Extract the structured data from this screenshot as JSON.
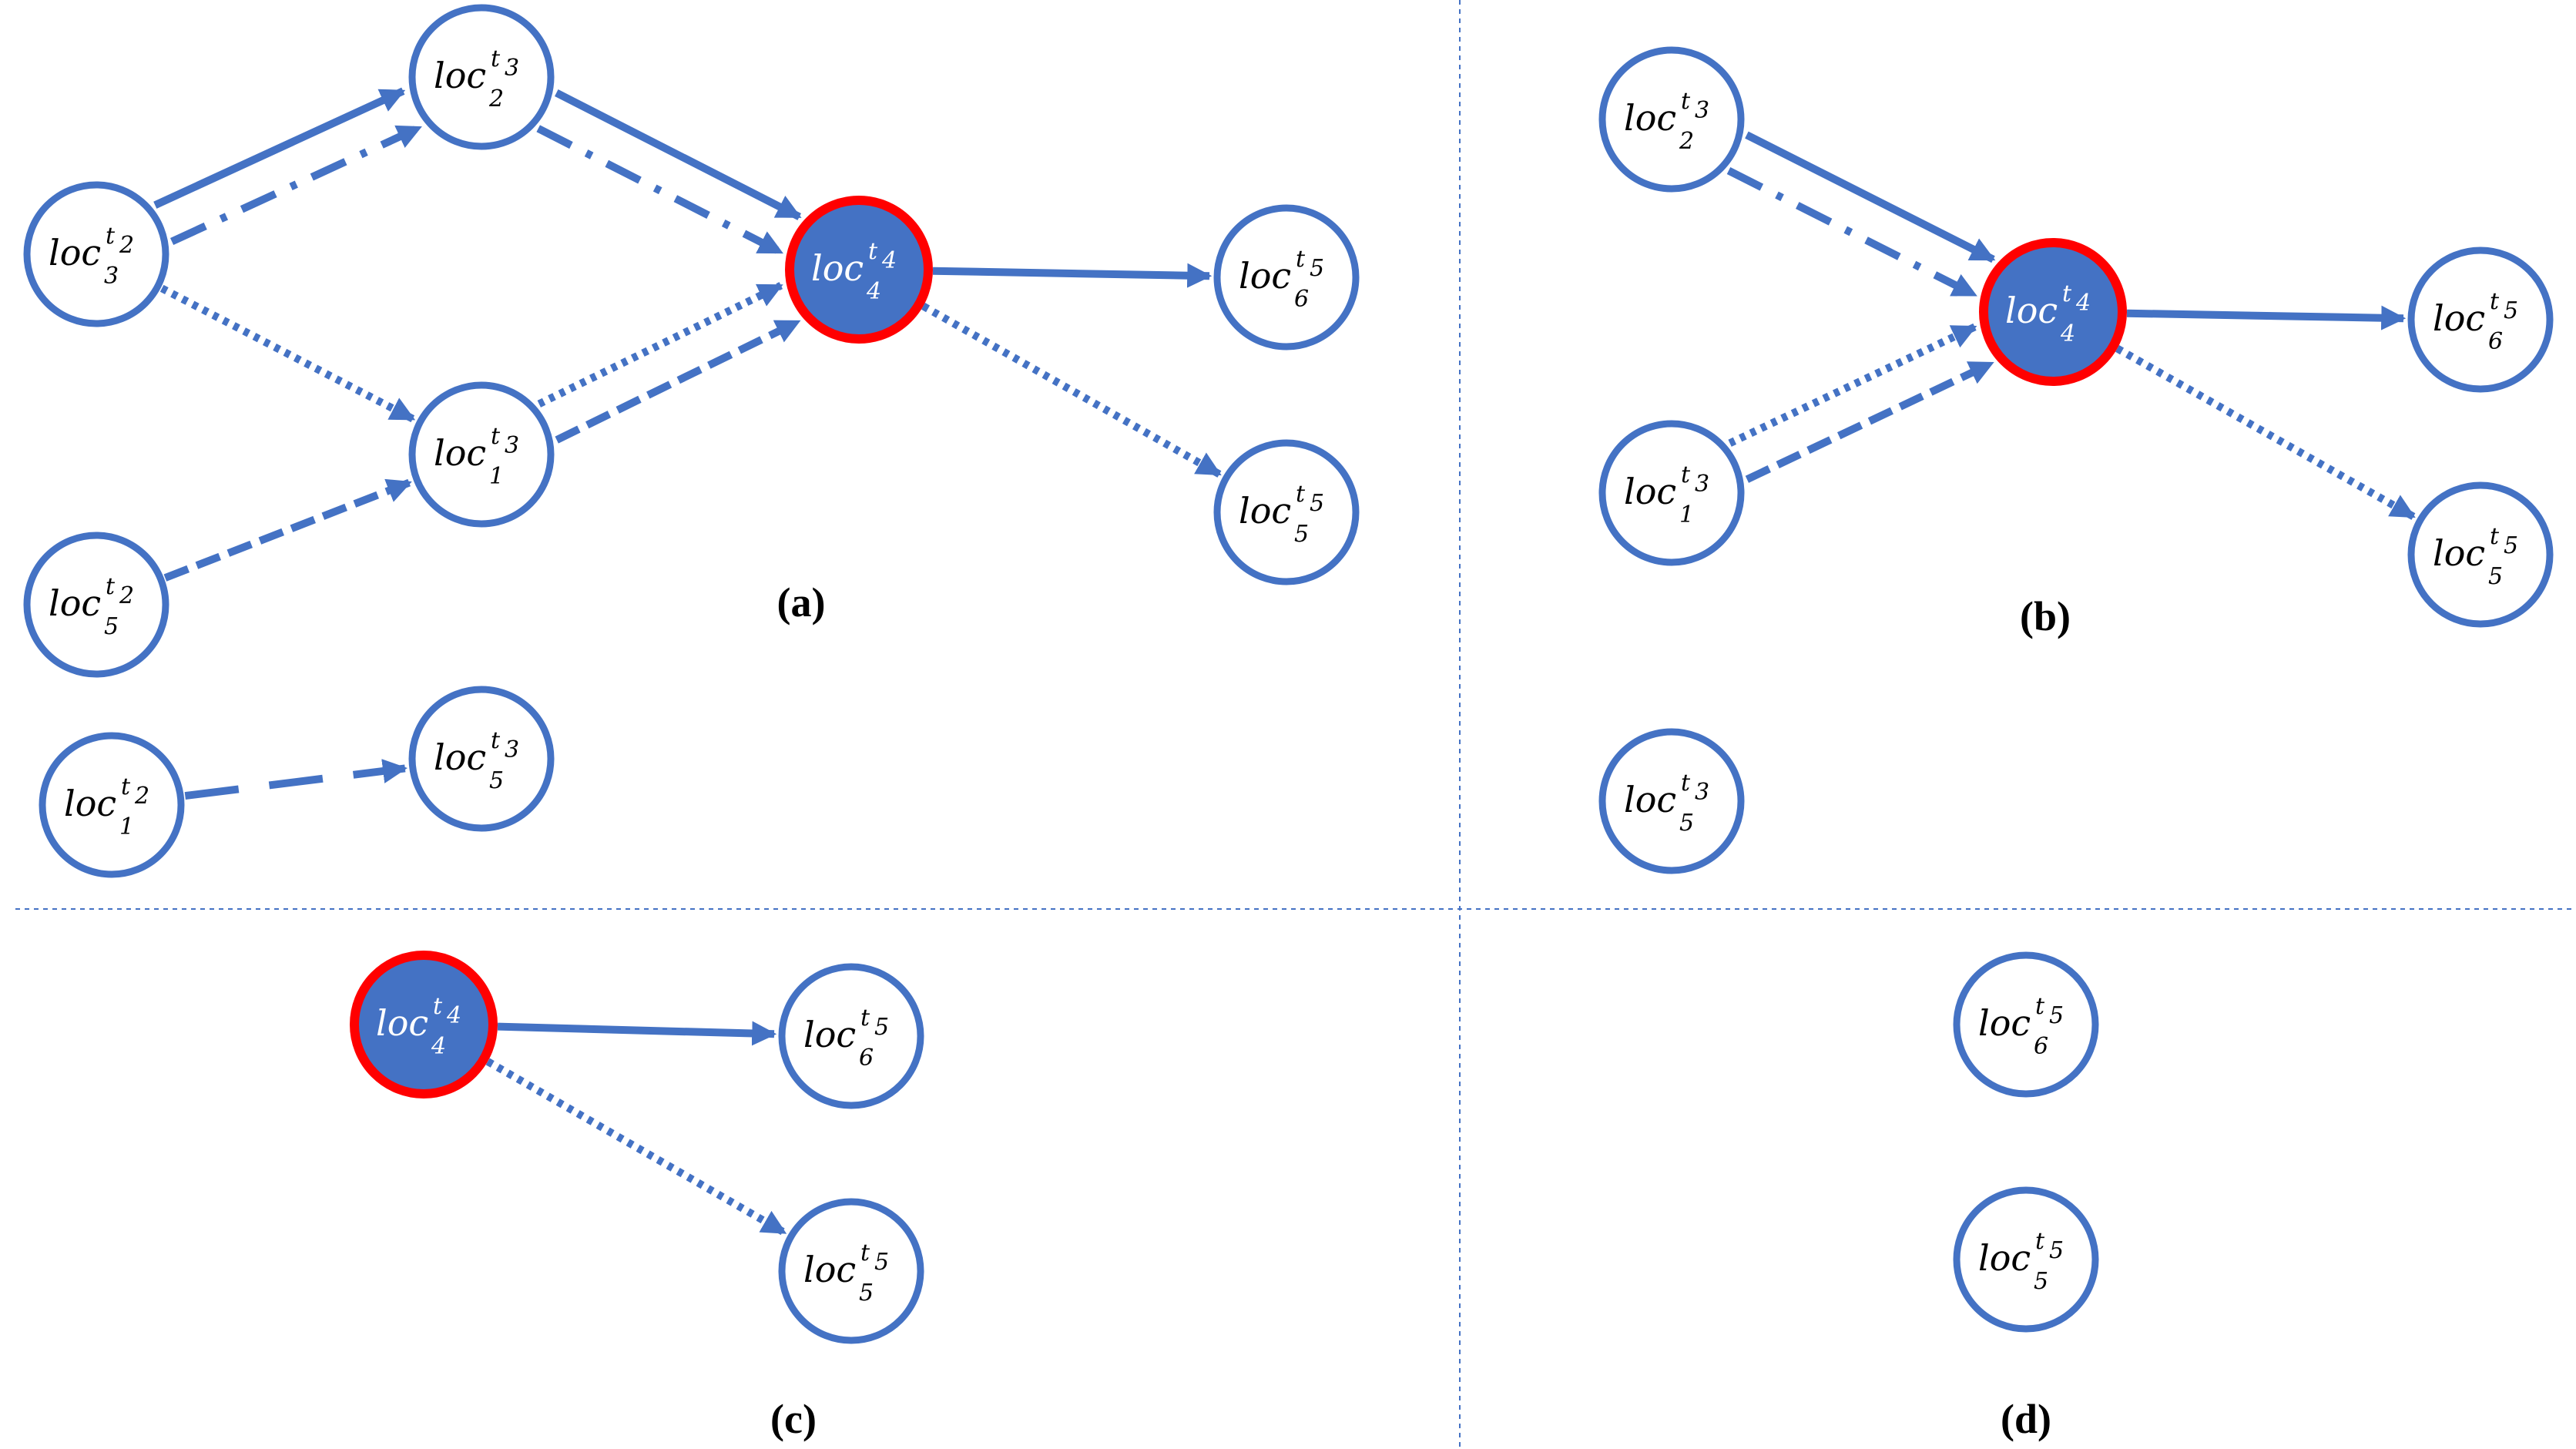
{
  "panels": [
    {
      "id": "a",
      "label": "(a)"
    },
    {
      "id": "b",
      "label": "(b)"
    },
    {
      "id": "c",
      "label": "(c)"
    },
    {
      "id": "d",
      "label": "(d)"
    }
  ],
  "nodes": [
    {
      "id": "a-3-2",
      "panel": "a",
      "base": "loc",
      "sub": "3",
      "sup": "t",
      "sup_sub": "2",
      "highlight": false
    },
    {
      "id": "a-2-3",
      "panel": "a",
      "base": "loc",
      "sub": "2",
      "sup": "t",
      "sup_sub": "3",
      "highlight": false
    },
    {
      "id": "a-1-3",
      "panel": "a",
      "base": "loc",
      "sub": "1",
      "sup": "t",
      "sup_sub": "3",
      "highlight": false
    },
    {
      "id": "a-5-2",
      "panel": "a",
      "base": "loc",
      "sub": "5",
      "sup": "t",
      "sup_sub": "2",
      "highlight": false
    },
    {
      "id": "a-1-2",
      "panel": "a",
      "base": "loc",
      "sub": "1",
      "sup": "t",
      "sup_sub": "2",
      "highlight": false
    },
    {
      "id": "a-5-3",
      "panel": "a",
      "base": "loc",
      "sub": "5",
      "sup": "t",
      "sup_sub": "3",
      "highlight": false
    },
    {
      "id": "a-4-4",
      "panel": "a",
      "base": "loc",
      "sub": "4",
      "sup": "t",
      "sup_sub": "4",
      "highlight": true
    },
    {
      "id": "a-6-5",
      "panel": "a",
      "base": "loc",
      "sub": "6",
      "sup": "t",
      "sup_sub": "5",
      "highlight": false
    },
    {
      "id": "a-5-5",
      "panel": "a",
      "base": "loc",
      "sub": "5",
      "sup": "t",
      "sup_sub": "5",
      "highlight": false
    },
    {
      "id": "b-2-3",
      "panel": "b",
      "base": "loc",
      "sub": "2",
      "sup": "t",
      "sup_sub": "3",
      "highlight": false
    },
    {
      "id": "b-1-3",
      "panel": "b",
      "base": "loc",
      "sub": "1",
      "sup": "t",
      "sup_sub": "3",
      "highlight": false
    },
    {
      "id": "b-5-3",
      "panel": "b",
      "base": "loc",
      "sub": "5",
      "sup": "t",
      "sup_sub": "3",
      "highlight": false
    },
    {
      "id": "b-4-4",
      "panel": "b",
      "base": "loc",
      "sub": "4",
      "sup": "t",
      "sup_sub": "4",
      "highlight": true
    },
    {
      "id": "b-6-5",
      "panel": "b",
      "base": "loc",
      "sub": "6",
      "sup": "t",
      "sup_sub": "5",
      "highlight": false
    },
    {
      "id": "b-5-5",
      "panel": "b",
      "base": "loc",
      "sub": "5",
      "sup": "t",
      "sup_sub": "5",
      "highlight": false
    },
    {
      "id": "c-4-4",
      "panel": "c",
      "base": "loc",
      "sub": "4",
      "sup": "t",
      "sup_sub": "4",
      "highlight": true
    },
    {
      "id": "c-6-5",
      "panel": "c",
      "base": "loc",
      "sub": "6",
      "sup": "t",
      "sup_sub": "5",
      "highlight": false
    },
    {
      "id": "c-5-5",
      "panel": "c",
      "base": "loc",
      "sub": "5",
      "sup": "t",
      "sup_sub": "5",
      "highlight": false
    },
    {
      "id": "d-6-5",
      "panel": "d",
      "base": "loc",
      "sub": "6",
      "sup": "t",
      "sup_sub": "5",
      "highlight": false
    },
    {
      "id": "d-5-5",
      "panel": "d",
      "base": "loc",
      "sub": "5",
      "sup": "t",
      "sup_sub": "5",
      "highlight": false
    }
  ],
  "edges": [
    {
      "from": "a-3-2",
      "to": "a-2-3",
      "style": "solid"
    },
    {
      "from": "a-3-2",
      "to": "a-2-3",
      "style": "dashdot"
    },
    {
      "from": "a-3-2",
      "to": "a-1-3",
      "style": "dotted"
    },
    {
      "from": "a-5-2",
      "to": "a-1-3",
      "style": "dashed"
    },
    {
      "from": "a-1-2",
      "to": "a-5-3",
      "style": "longdash"
    },
    {
      "from": "a-2-3",
      "to": "a-4-4",
      "style": "solid"
    },
    {
      "from": "a-2-3",
      "to": "a-4-4",
      "style": "dashdot"
    },
    {
      "from": "a-1-3",
      "to": "a-4-4",
      "style": "dotted"
    },
    {
      "from": "a-1-3",
      "to": "a-4-4",
      "style": "dashed"
    },
    {
      "from": "a-4-4",
      "to": "a-6-5",
      "style": "solid"
    },
    {
      "from": "a-4-4",
      "to": "a-5-5",
      "style": "dotted"
    },
    {
      "from": "b-2-3",
      "to": "b-4-4",
      "style": "solid"
    },
    {
      "from": "b-2-3",
      "to": "b-4-4",
      "style": "dashdot"
    },
    {
      "from": "b-1-3",
      "to": "b-4-4",
      "style": "dotted"
    },
    {
      "from": "b-1-3",
      "to": "b-4-4",
      "style": "dashed"
    },
    {
      "from": "b-4-4",
      "to": "b-6-5",
      "style": "solid"
    },
    {
      "from": "b-4-4",
      "to": "b-5-5",
      "style": "dotted"
    },
    {
      "from": "c-4-4",
      "to": "c-6-5",
      "style": "solid"
    },
    {
      "from": "c-4-4",
      "to": "c-5-5",
      "style": "dotted"
    }
  ],
  "colors": {
    "node_stroke": "#4472C4",
    "highlight_fill": "#4472C4",
    "highlight_stroke": "#FF0000",
    "edge": "#4472C4"
  }
}
